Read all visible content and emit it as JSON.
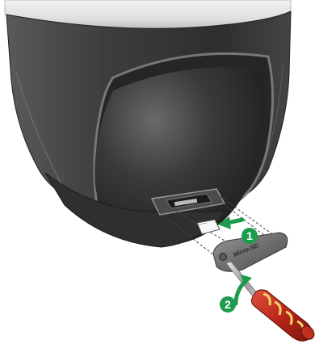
{
  "diagram": {
    "cover_label": "Micro-SD",
    "steps": [
      {
        "number": "1",
        "meaning": "insert-card"
      },
      {
        "number": "2",
        "meaning": "tighten-screw"
      }
    ],
    "colors": {
      "accent_green": "#1e9c4e",
      "housing_dark": "#3a3a3a",
      "dome_dark": "#2b2b2b",
      "screwdriver_handle": "#c0301f",
      "screwdriver_stripe": "#f2d36b"
    }
  }
}
